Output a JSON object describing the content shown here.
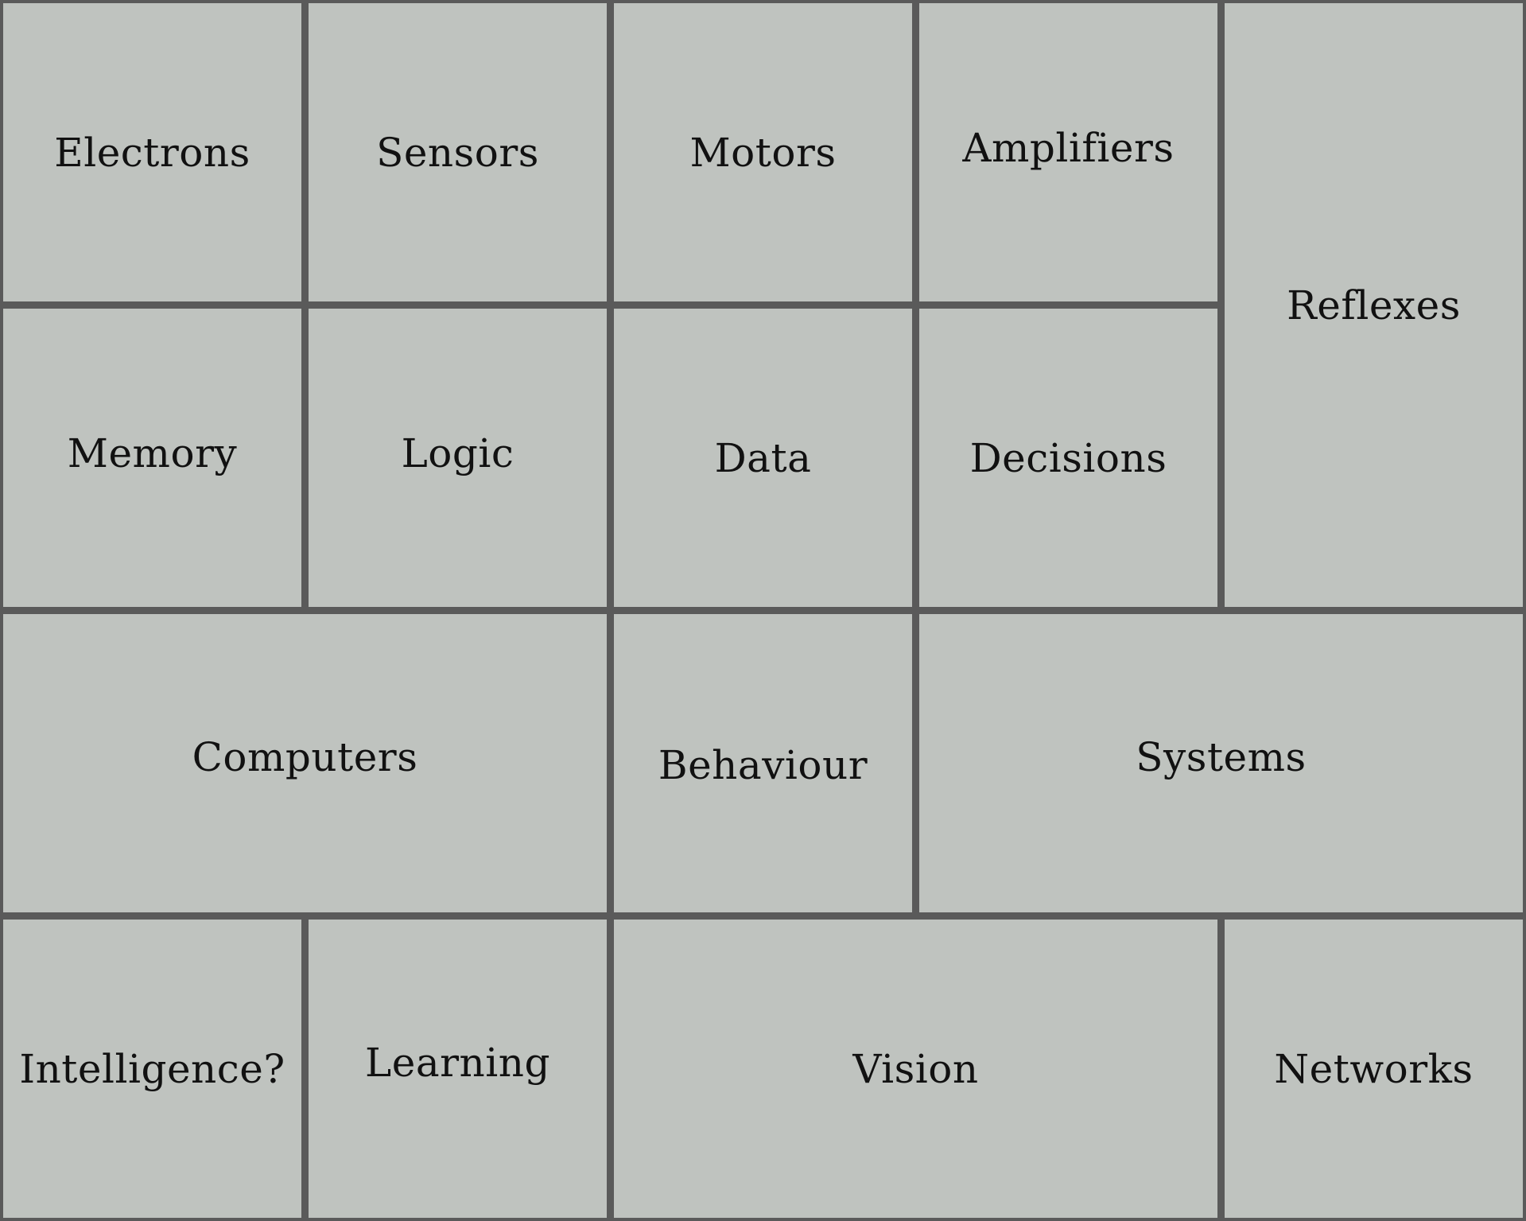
{
  "colors": {
    "border": "#5a5a5a",
    "tile": "#bfc3bf",
    "text": "#111111"
  },
  "tiles": {
    "electrons": "Electrons",
    "sensors": "Sensors",
    "motors": "Motors",
    "amplifiers": "Amplifiers",
    "reflexes": "Reflexes",
    "memory": "Memory",
    "logic": "Logic",
    "data": "Data",
    "decisions": "Decisions",
    "computers": "Computers",
    "behaviour": "Behaviour",
    "systems": "Systems",
    "intelligence": "Intelligence?",
    "learning": "Learning",
    "vision": "Vision",
    "networks": "Networks"
  }
}
